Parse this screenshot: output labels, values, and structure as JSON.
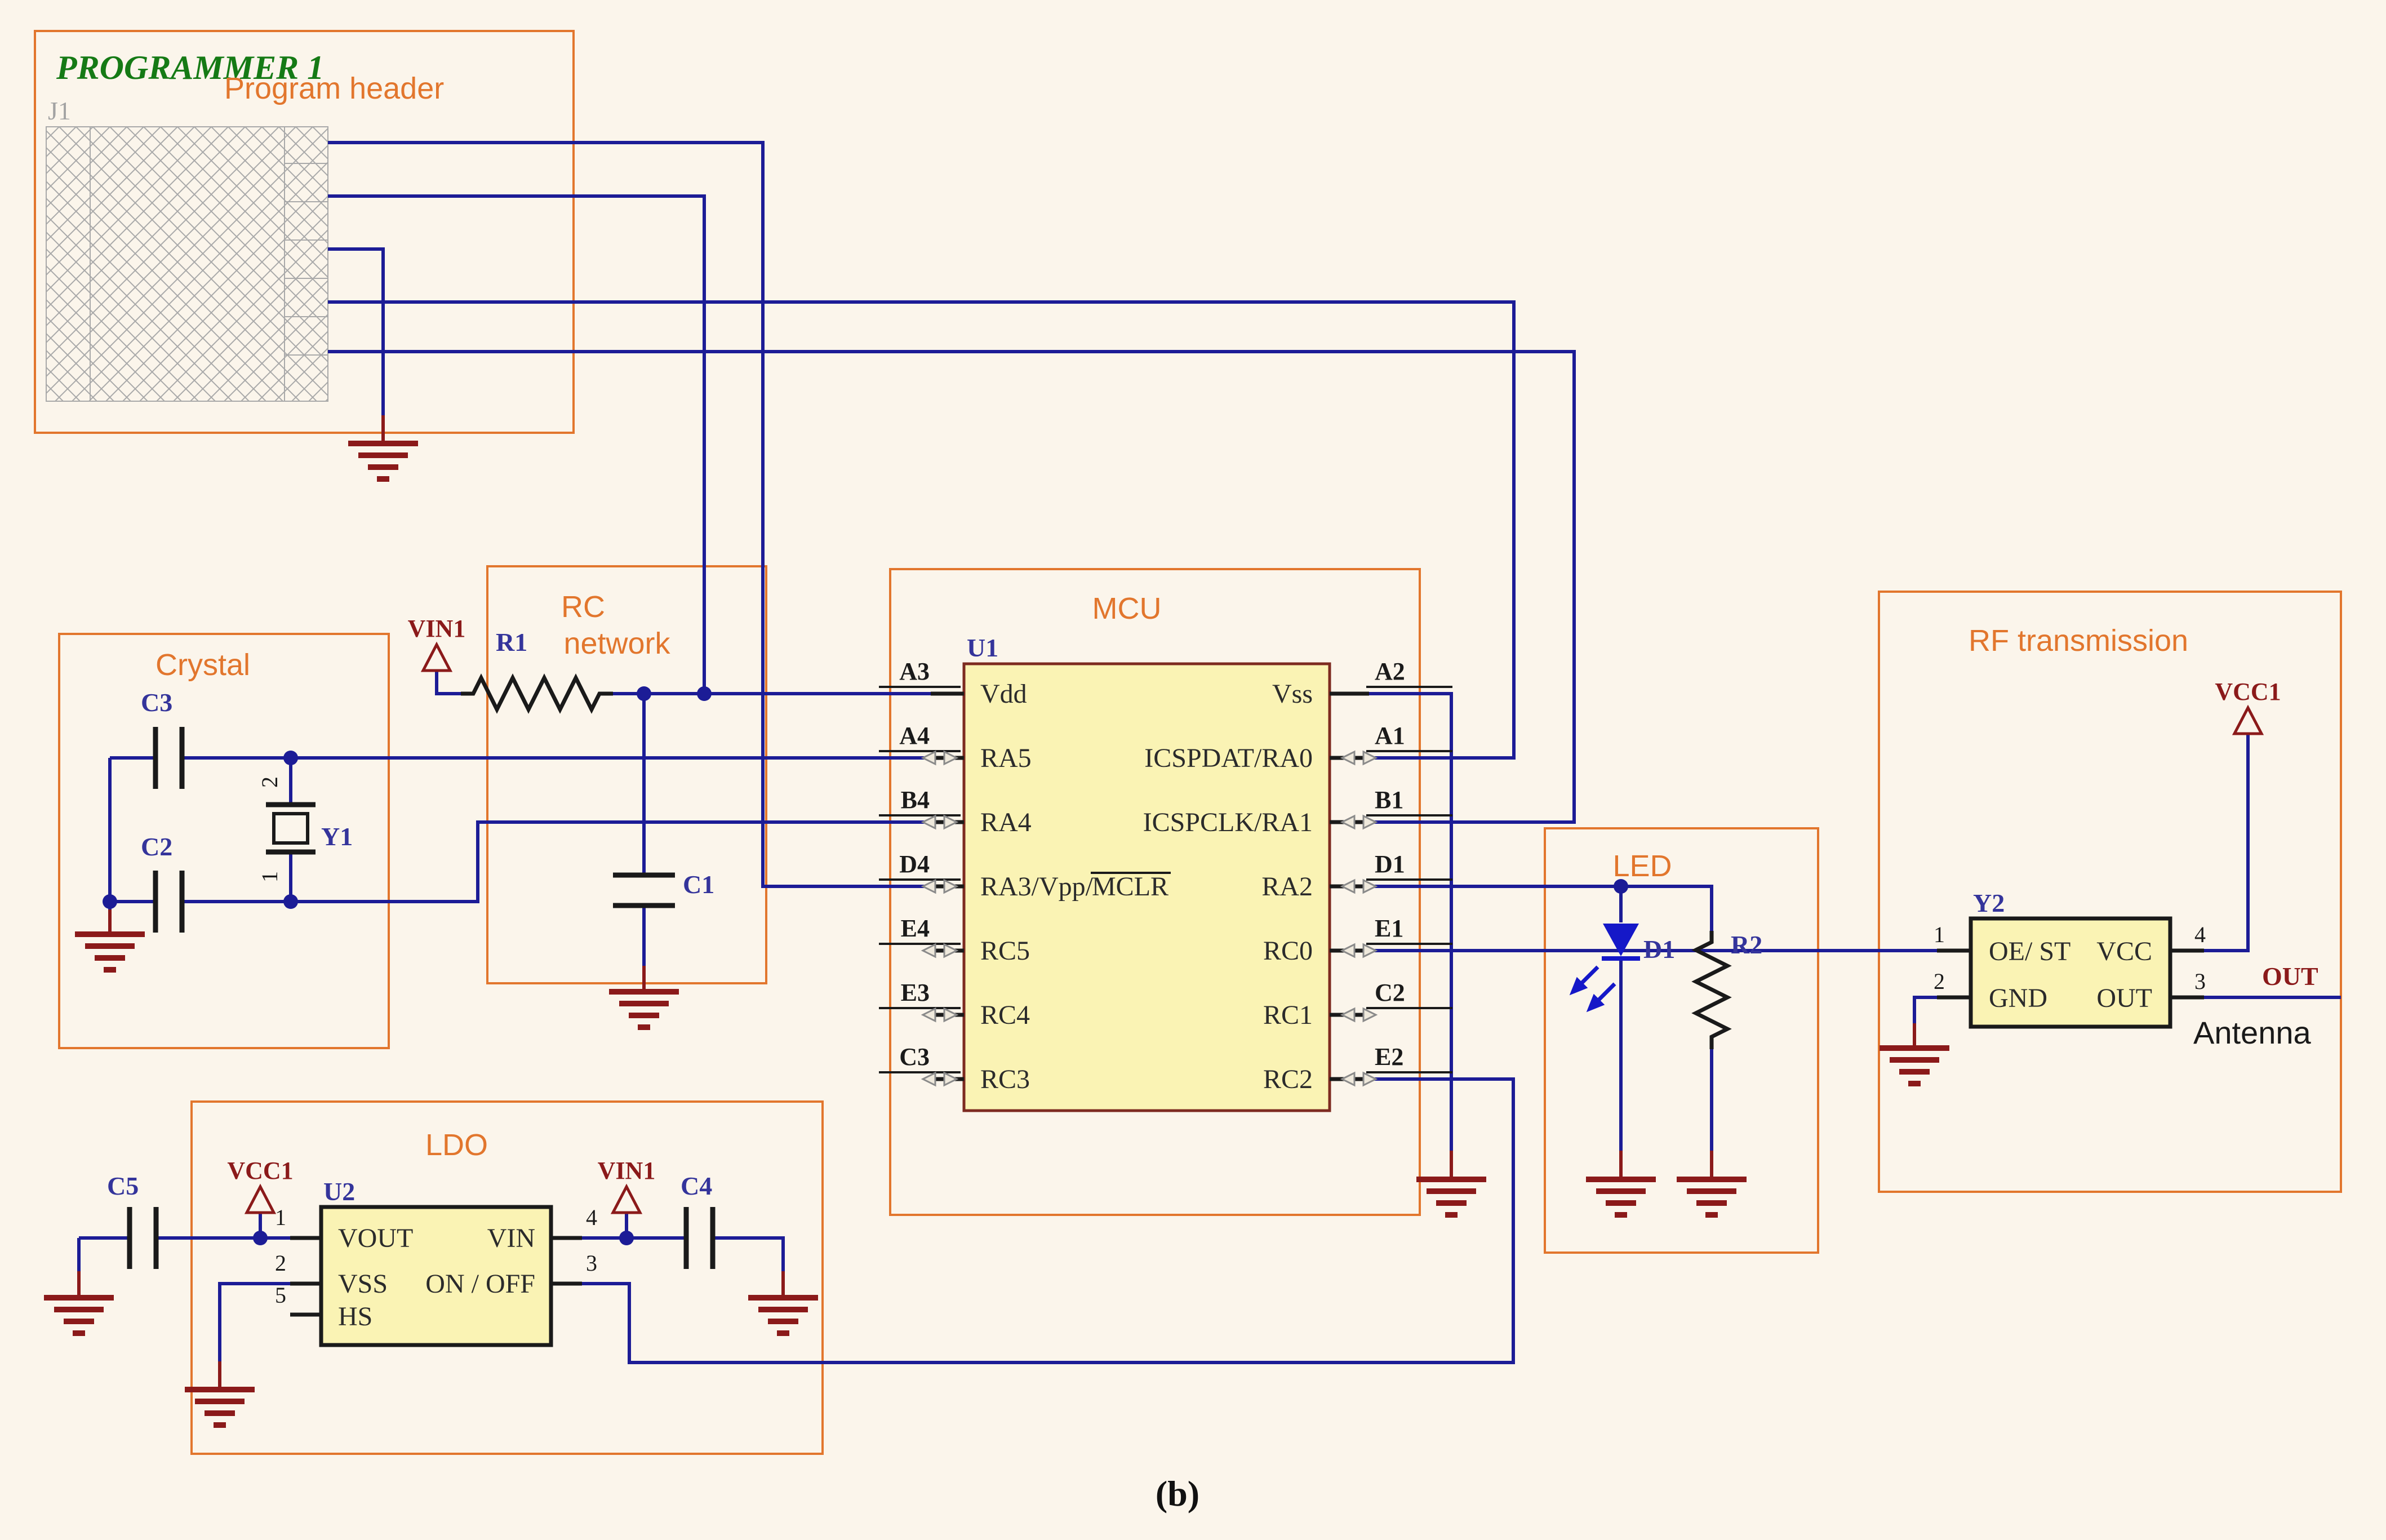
{
  "caption": "(b)",
  "colors": {
    "background": "#FBF5EB",
    "box_border": "#E2762D",
    "wire": "#1C1C96",
    "ground": "#8B1A1A",
    "chip_fill": "#FAF3B4",
    "title_green": "#157A15",
    "designator_blue": "#34349B",
    "led_blue": "#1518C8"
  },
  "programmer": {
    "title": "PROGRAMMER 1",
    "subtitle": "Program header",
    "designator": "J1"
  },
  "crystal": {
    "label": "Crystal",
    "c3": "C3",
    "c2": "C2",
    "y1": "Y1",
    "pin2": "2",
    "pin1": "1"
  },
  "rc": {
    "label1": "RC",
    "label2": "network",
    "r1": "R1",
    "c1": "C1"
  },
  "power_flags": {
    "vin1": "VIN1",
    "vcc1": "VCC1"
  },
  "mcu": {
    "label": "MCU",
    "designator": "U1",
    "left_pins": [
      {
        "net": "A3",
        "name": "Vdd"
      },
      {
        "net": "A4",
        "name": "RA5"
      },
      {
        "net": "B4",
        "name": "RA4"
      },
      {
        "net": "D4",
        "name": "RA3/Vpp/",
        "name2": "MCLR"
      },
      {
        "net": "E4",
        "name": "RC5"
      },
      {
        "net": "E3",
        "name": "RC4"
      },
      {
        "net": "C3",
        "name": "RC3"
      }
    ],
    "right_pins": [
      {
        "net": "A2",
        "name": "Vss"
      },
      {
        "net": "A1",
        "name": "ICSPDAT/RA0"
      },
      {
        "net": "B1",
        "name": "ICSPCLK/RA1"
      },
      {
        "net": "D1",
        "name": "RA2"
      },
      {
        "net": "E1",
        "name": "RC0"
      },
      {
        "net": "C2",
        "name": "RC1"
      },
      {
        "net": "E2",
        "name": "RC2"
      }
    ]
  },
  "led": {
    "label": "LED",
    "d1": "D1",
    "r2": "R2"
  },
  "rf": {
    "label": "RF transmission",
    "designator": "Y2",
    "vcc1": "VCC1",
    "out_net": "OUT",
    "antenna": "Antenna",
    "pin1_num": "1",
    "pin1_name": "OE/ ST",
    "pin2_num": "2",
    "pin2_name": "GND",
    "pin4_num": "4",
    "pin4_name": "VCC",
    "pin3_num": "3",
    "pin3_name": "OUT"
  },
  "ldo": {
    "label": "LDO",
    "designator": "U2",
    "c5": "C5",
    "c4": "C4",
    "vcc1": "VCC1",
    "vin1": "VIN1",
    "left_pins": [
      {
        "num": "1",
        "name": "VOUT"
      },
      {
        "num": "2",
        "name": "VSS"
      },
      {
        "num": "5",
        "name": "HS"
      }
    ],
    "right_pins": [
      {
        "num": "4",
        "name": "VIN"
      },
      {
        "num": "3",
        "name": "ON / OFF"
      }
    ]
  }
}
